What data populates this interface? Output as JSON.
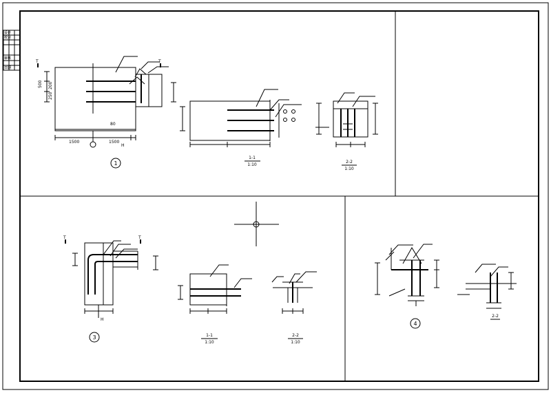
{
  "sheet": {
    "title_block": [
      "设计",
      "校对",
      "审核",
      "日期"
    ]
  },
  "detail_1": {
    "callout": "1",
    "dim_left": [
      "500",
      "250",
      "200"
    ],
    "dim_bottom": [
      "1500",
      "1500",
      "80"
    ],
    "grid_mark": "H",
    "section_markers": [
      "T",
      "T"
    ],
    "section_1_label": "1-1",
    "section_1_scale": "1:10",
    "section_2_label": "2-2",
    "section_2_scale": "1:10"
  },
  "detail_3": {
    "callout": "3",
    "grid_mark": "H",
    "section_markers": [
      "T",
      "T"
    ],
    "section_1_label": "1-1",
    "section_1_scale": "1:10",
    "section_2_label": "2-2",
    "section_2_scale": "1:10"
  },
  "detail_4": {
    "callout": "4",
    "section_label": "2-2"
  }
}
